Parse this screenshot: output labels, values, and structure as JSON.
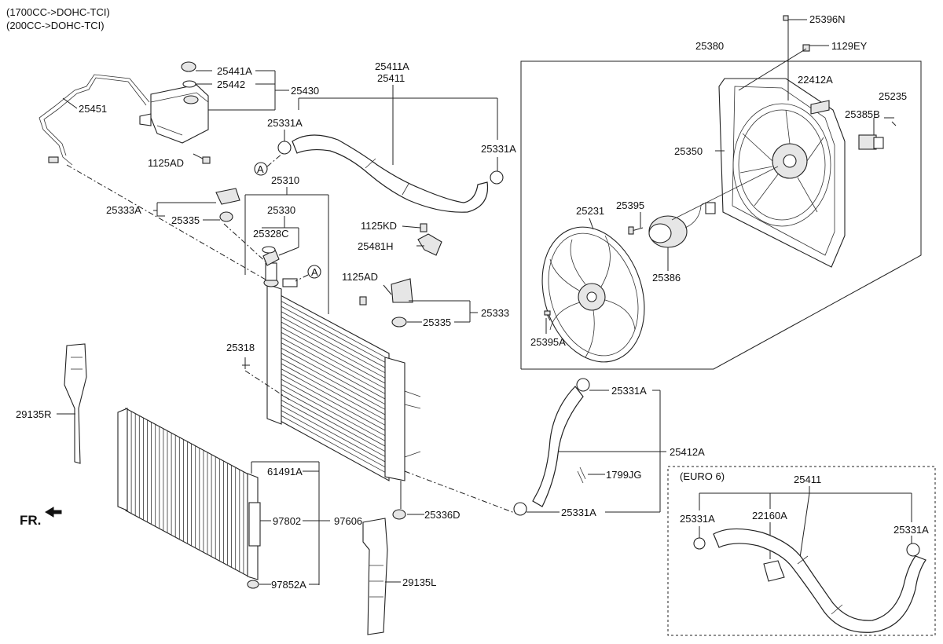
{
  "header": {
    "line1": "(1700CC->DOHC-TCI)",
    "line2": "(200CC->DOHC-TCI)"
  },
  "labels": {
    "p25396N": "25396N",
    "p25380": "25380",
    "p1129EY": "1129EY",
    "p22412A": "22412A",
    "p25235": "25235",
    "p25385B": "25385B",
    "p25350": "25350",
    "p25231": "25231",
    "p25395": "25395",
    "p25386": "25386",
    "p25395A": "25395A",
    "p25441A": "25441A",
    "p25442": "25442",
    "p25430": "25430",
    "p25451": "25451",
    "p1125AD_top": "1125AD",
    "p25411A": "25411A",
    "p25411": "25411",
    "p25331A_1": "25331A",
    "p25331A_2": "25331A",
    "p25310": "25310",
    "p25330": "25330",
    "p25333A": "25333A",
    "p25335_left": "25335",
    "p25328C": "25328C",
    "p1125KD": "1125KD",
    "p25481H": "25481H",
    "p1125AD_mid": "1125AD",
    "p25333": "25333",
    "p25335_right": "25335",
    "p25318": "25318",
    "p29135R": "29135R",
    "p61491A": "61491A",
    "p97802": "97802",
    "p97606": "97606",
    "p97852A": "97852A",
    "p29135L": "29135L",
    "p25336D": "25336D",
    "p25331A_3": "25331A",
    "p25412A": "25412A",
    "p1799JG": "1799JG",
    "p25331A_4": "25331A",
    "callout_a": "A",
    "fr": "FR."
  },
  "euro6": {
    "title": "(EURO 6)",
    "p25411": "25411",
    "p25331A_left": "25331A",
    "p22160A": "22160A",
    "p25331A_right": "25331A"
  }
}
